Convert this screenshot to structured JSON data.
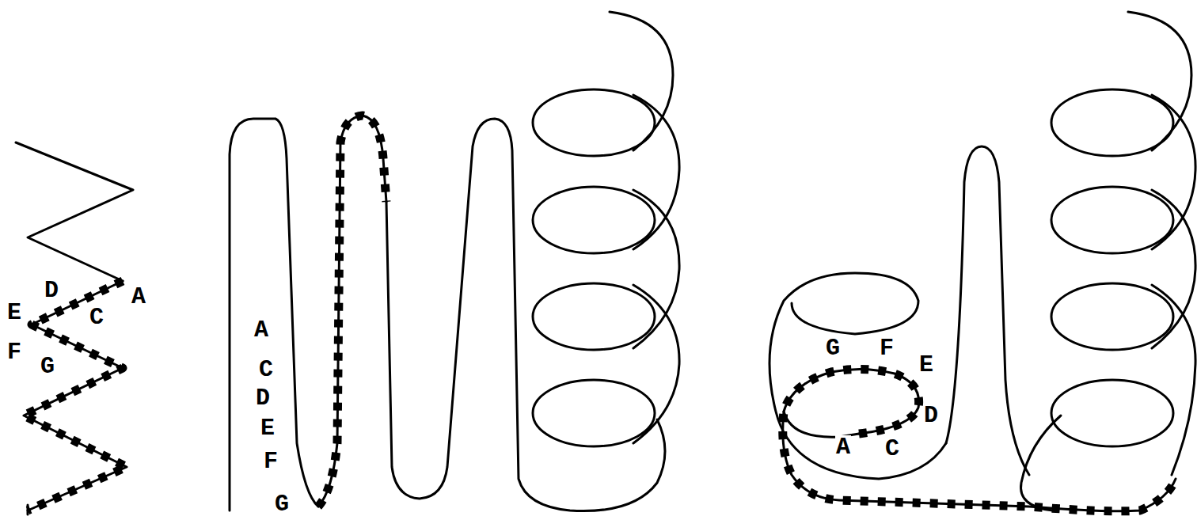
{
  "diagram": {
    "labels": [
      "D",
      "A",
      "E",
      "C",
      "F",
      "G",
      "A",
      "C",
      "D",
      "E",
      "F",
      "G",
      "G",
      "F",
      "E",
      "D",
      "A",
      "C"
    ]
  }
}
